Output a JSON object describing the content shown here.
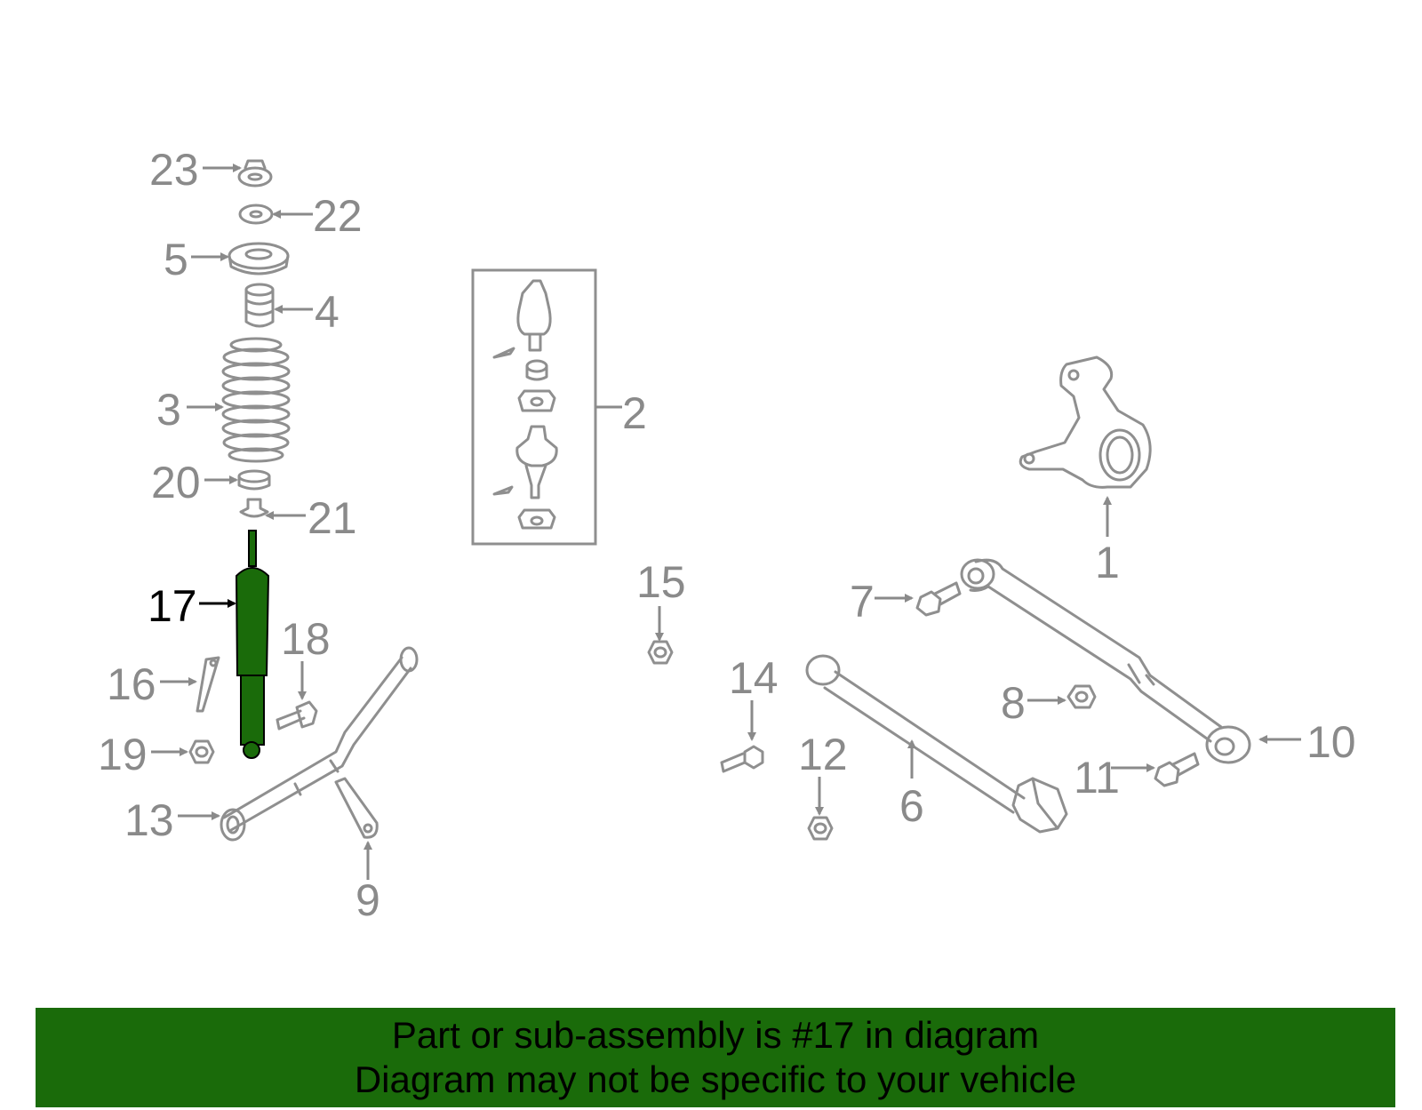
{
  "diagram": {
    "callouts": {
      "c1": "1",
      "c2": "2",
      "c3": "3",
      "c4": "4",
      "c5": "5",
      "c6": "6",
      "c7": "7",
      "c8": "8",
      "c9": "9",
      "c10": "10",
      "c11": "11",
      "c12": "12",
      "c13": "13",
      "c14": "14",
      "c15": "15",
      "c16": "16",
      "c17": "17",
      "c18": "18",
      "c19": "19",
      "c20": "20",
      "c21": "21",
      "c22": "22",
      "c23": "23"
    },
    "highlighted_part": "17",
    "colors": {
      "highlight": "#1a6b0a",
      "line": "#8f8f8f",
      "callout": "#8a8a8a"
    }
  },
  "banner": {
    "line1": "Part or sub-assembly is #17 in diagram",
    "line2": "Diagram may not be specific to your vehicle"
  }
}
